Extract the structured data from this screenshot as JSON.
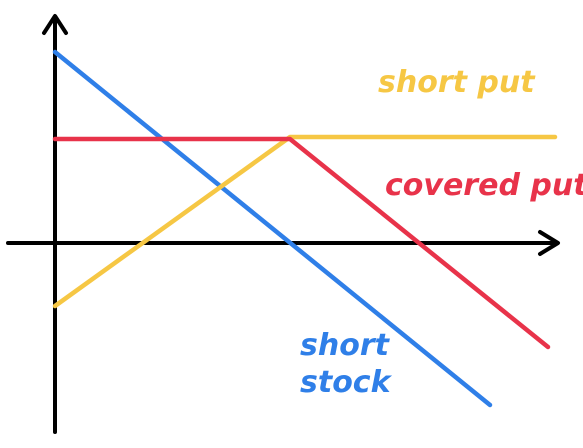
{
  "diagram": {
    "labels": {
      "short_put": "short put",
      "covered_put": "covered put",
      "short_stock_line1": "short",
      "short_stock_line2": "stock"
    },
    "colors": {
      "axis": "#000000",
      "short_put": "#f6c744",
      "covered_put": "#e8334a",
      "short_stock": "#2f7fe8",
      "background": "#ffffff"
    }
  }
}
